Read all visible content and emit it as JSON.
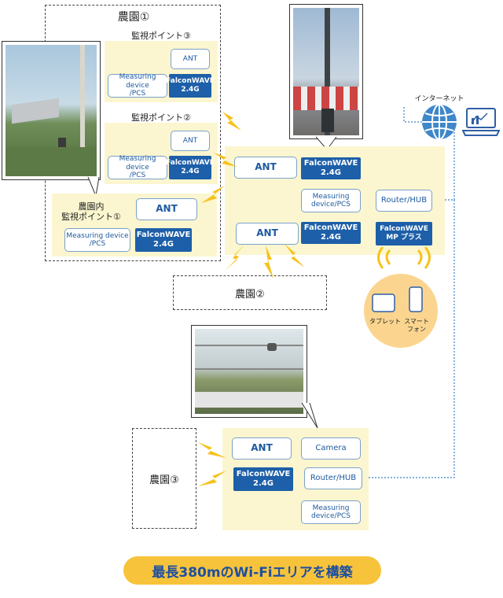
{
  "farm1": {
    "title": "農園①",
    "point3_label": "監視ポイント③",
    "point2_label": "監視ポイント②",
    "point1_label_line1": "農園内",
    "point1_label_line2": "監視ポイント①",
    "ant": "ANT",
    "device_line1": "Measuring device",
    "device_line2": "/PCS",
    "fw_line1": "FalconWAVE",
    "fw_line2": "2.4G"
  },
  "farm2": {
    "title": "農園②"
  },
  "farm3": {
    "title": "農園③"
  },
  "hub_area": {
    "ant": "ANT",
    "fw_line1": "FalconWAVE",
    "fw_line2": "2.4G",
    "device_line1": "Measuring",
    "device_line2": "device/PCS",
    "router": "Router/HUB",
    "mp_line1": "FalconWAVE",
    "mp_line2": "MP プラス"
  },
  "internet": {
    "label": "インターネット"
  },
  "devices": {
    "tablet": "タブレット",
    "smartphone_line1": "スマート",
    "smartphone_line2": "フォン"
  },
  "farm3_area": {
    "ant": "ANT",
    "camera": "Camera",
    "fw_line1": "FalconWAVE",
    "fw_line2": "2.4G",
    "router": "Router/HUB",
    "device_line1": "Measuring",
    "device_line2": "device/PCS"
  },
  "banner": "最長380mのWi-Fiエリアを構築",
  "colors": {
    "accent_blue": "#1d5fa8",
    "yellow_bg": "#fbf6cf",
    "banner": "#f7c33a",
    "bolt": "#f6c21c"
  }
}
